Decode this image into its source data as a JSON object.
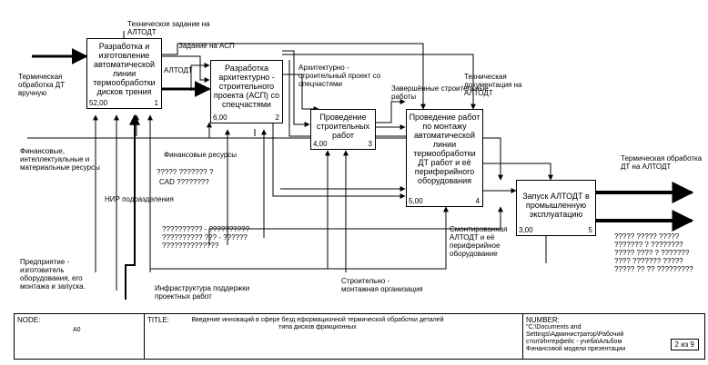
{
  "boxes": [
    {
      "name": "box-1",
      "title": "Разработка и изготовление автоматической линии термообработки дисков трения",
      "cost": "52,00",
      "num": "1"
    },
    {
      "name": "box-2",
      "title": "Разработка архитектурно - строительного проекта (АСП) со спецчастями",
      "cost": "6,00",
      "num": "2"
    },
    {
      "name": "box-3",
      "title": "Проведение строительных работ",
      "cost": "4,00",
      "num": "3"
    },
    {
      "name": "box-4",
      "title": "Проведение работ по монтажу автоматической линии термообработки ДТ работ и её периферийного оборудования",
      "cost": "5,00",
      "num": "4"
    },
    {
      "name": "box-5",
      "title": "Запуск АЛТОДТ в промышленную эксплуатацию",
      "cost": "3,00",
      "num": "5"
    }
  ],
  "labels": {
    "tech_task": "Техническое задание на АЛТОДТ",
    "task_asp": "Задание на АСП",
    "altodt": "АЛТОДТ",
    "arch_project": "Архитектурно - строительный проект со спецчастями",
    "finished_works": "Завершённые строительные работы",
    "tech_docs": "Техническая документация на АЛТОДТ",
    "input_manual": "Термическая обработка ДТ вручную",
    "resources": "Финансовые, интеллектуальные и материальные ресурсы",
    "fin_resources": "Финансовые ресурсы",
    "unknown_1": "????? ??????? ?",
    "cad": "CAD ????????",
    "nir": "НИР подразделения",
    "unknown_2": "?????????? - ?????????? ?????????? ??? - ?????? ??????????????",
    "enterprise": "Предприятие - изготовитель оборудования, его монтажа и запуска.",
    "infra": "Инфраструктура поддержки проектных работ",
    "construction_org": "Строительно - монтажная организация",
    "mounted": "Смонтированная АЛТОДТ и её периферийное оборудование",
    "output": "Термическая обработка ДТ на АЛТОДТ",
    "unknown_3": "????? ????? ????? ??????? ? ???????? ????? ???? ? ??????? ???? ??????? ????? ????? ?? ?? ?????????"
  },
  "footer": {
    "node_caption": "NODE:",
    "node": "A0",
    "title_caption": "TITLE:",
    "title": "Введение инноваций в сфере безд еформационной термической обработки деталей типа дисков фрикционных",
    "number_caption": "NUMBER:",
    "number": "\"C:\\Documents and Settings\\Администратор\\Рабочий стол\\Интерфейс - учеба\\Альбом Финансовой модели презентации",
    "page": "2 из 9"
  }
}
